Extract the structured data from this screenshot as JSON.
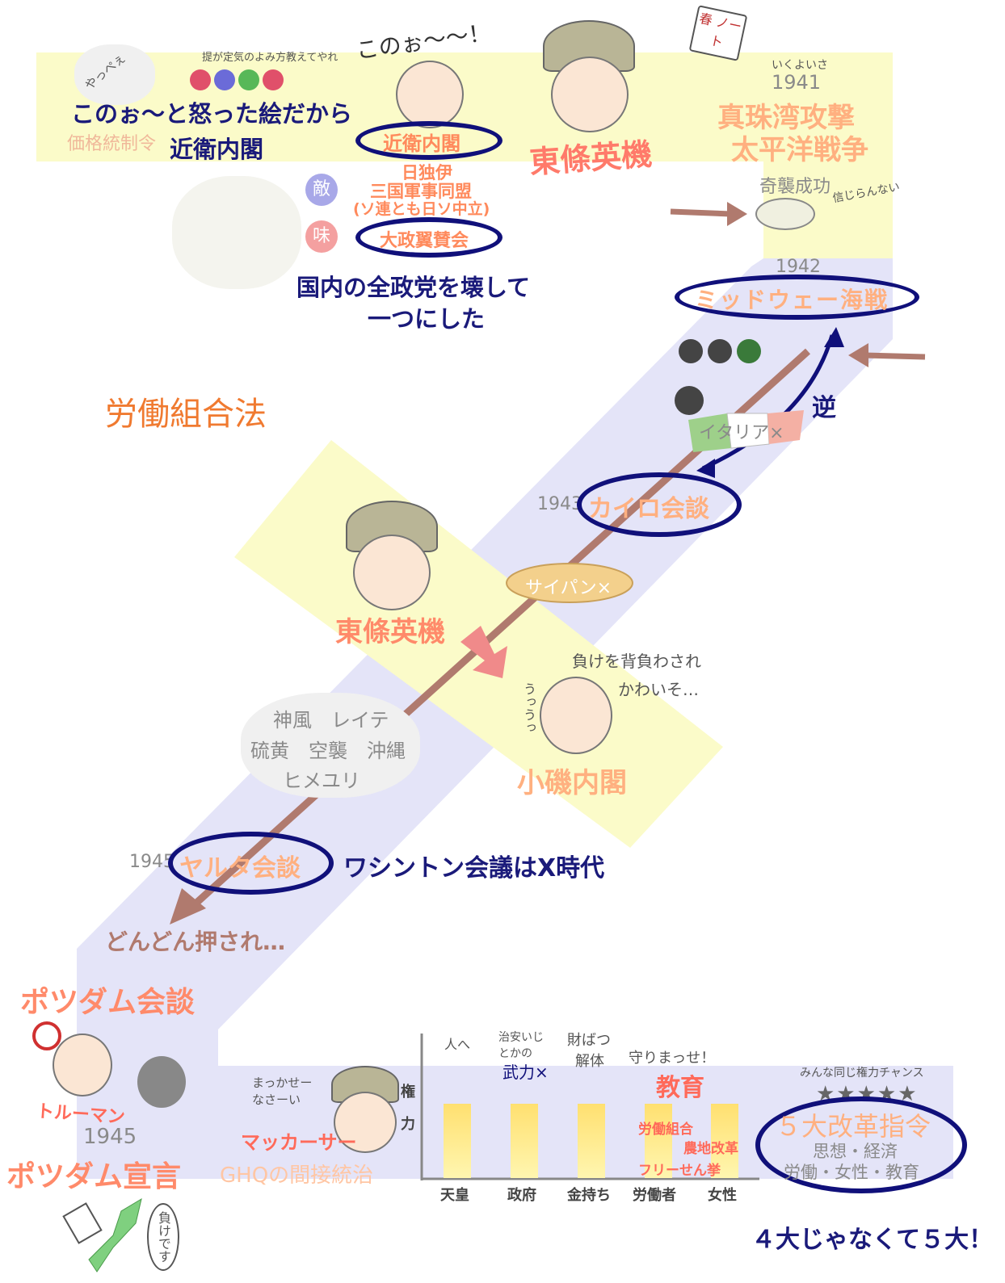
{
  "top": {
    "note_top": "提が定気のよみ方教えてやれ",
    "shout": "このぉ〜〜！",
    "kanji_small": "価格統制令",
    "emperor_sign": "やっぺぇ",
    "annot_konoe": "このぉ〜と怒った絵だから",
    "annot_konoe2": "近衛内閣",
    "konoe": "近衛内閣",
    "tojo_top": "東條英機",
    "book": "春 ノート",
    "year_1941": "1941",
    "year_note": "いくよいさ",
    "pearl": "真珠湾攻撃",
    "pacific": "太平洋戦争",
    "sneak": "奇襲成功",
    "shinjirarenai": "信じらんない"
  },
  "alliance": {
    "enemy": "敵",
    "ally": "味",
    "pact1": "日独伊",
    "pact2": "三国軍事同盟",
    "pact3": "(ソ連とも日ソ中立)",
    "taisei": "大政翼賛会",
    "annot1": "国内の全政党を壊して",
    "annot2": "一つにした"
  },
  "labor_law": "労働組合法",
  "midway": {
    "year": "1942",
    "label": "ミッドウェー海戦",
    "reverse": "逆",
    "italy": "イタリア×"
  },
  "cairo": {
    "year": "1943",
    "label": "カイロ会談",
    "saipan": "サイパン×"
  },
  "tojo_mid": "東條英機",
  "koiso": {
    "note1": "負けを背負わされ",
    "note2": "かわいそ…",
    "sob": "うっうっ",
    "label": "小磯内閣"
  },
  "battles": {
    "row1": "神風　レイテ",
    "row2": "硫黄　空襲　沖縄",
    "row3": "ヒメユリ"
  },
  "yalta": {
    "year": "1945",
    "label": "ヤルタ会談",
    "annot": "ワシントン会議はX時代",
    "pushed": "どんどん押され…"
  },
  "potsdam": {
    "conference": "ポツダム会談",
    "truman": "トルーマン",
    "year": "1945",
    "declaration": "ポツダム宣言",
    "make": "負けです"
  },
  "ghq": {
    "note": "まっかせーなさーい",
    "macarthur": "マッカーサー",
    "label": "GHQの間接統治"
  },
  "bars": {
    "axis_top": "権",
    "axis_bottom": "力",
    "notes": {
      "tenno": "人へ",
      "govt": "治安いじとかの",
      "govt2": "武力×",
      "zaibatsu": "財ばつ",
      "zaibatsu2": "解体",
      "mamori": "守りまっせ！",
      "kyoiku": "教育",
      "rodo": "労働組合",
      "nochi": "農地改革",
      "senkyo": "フリーせん挙"
    },
    "categories": [
      "天皇",
      "政府",
      "金持ち",
      "労働者",
      "女性"
    ]
  },
  "reforms": {
    "note": "みんな同じ権力チャンス",
    "title": "５大改革指令",
    "line1": "思想・経済",
    "line2": "労働・女性・教育",
    "annot": "４大じゃなくて５大！"
  },
  "colors": {
    "yellow_band": "#fbfbc9",
    "blue_band": "#e4e4f8",
    "arrow": "#b07a6e",
    "navy": "#10107a",
    "orange": "#ff8a5c"
  }
}
